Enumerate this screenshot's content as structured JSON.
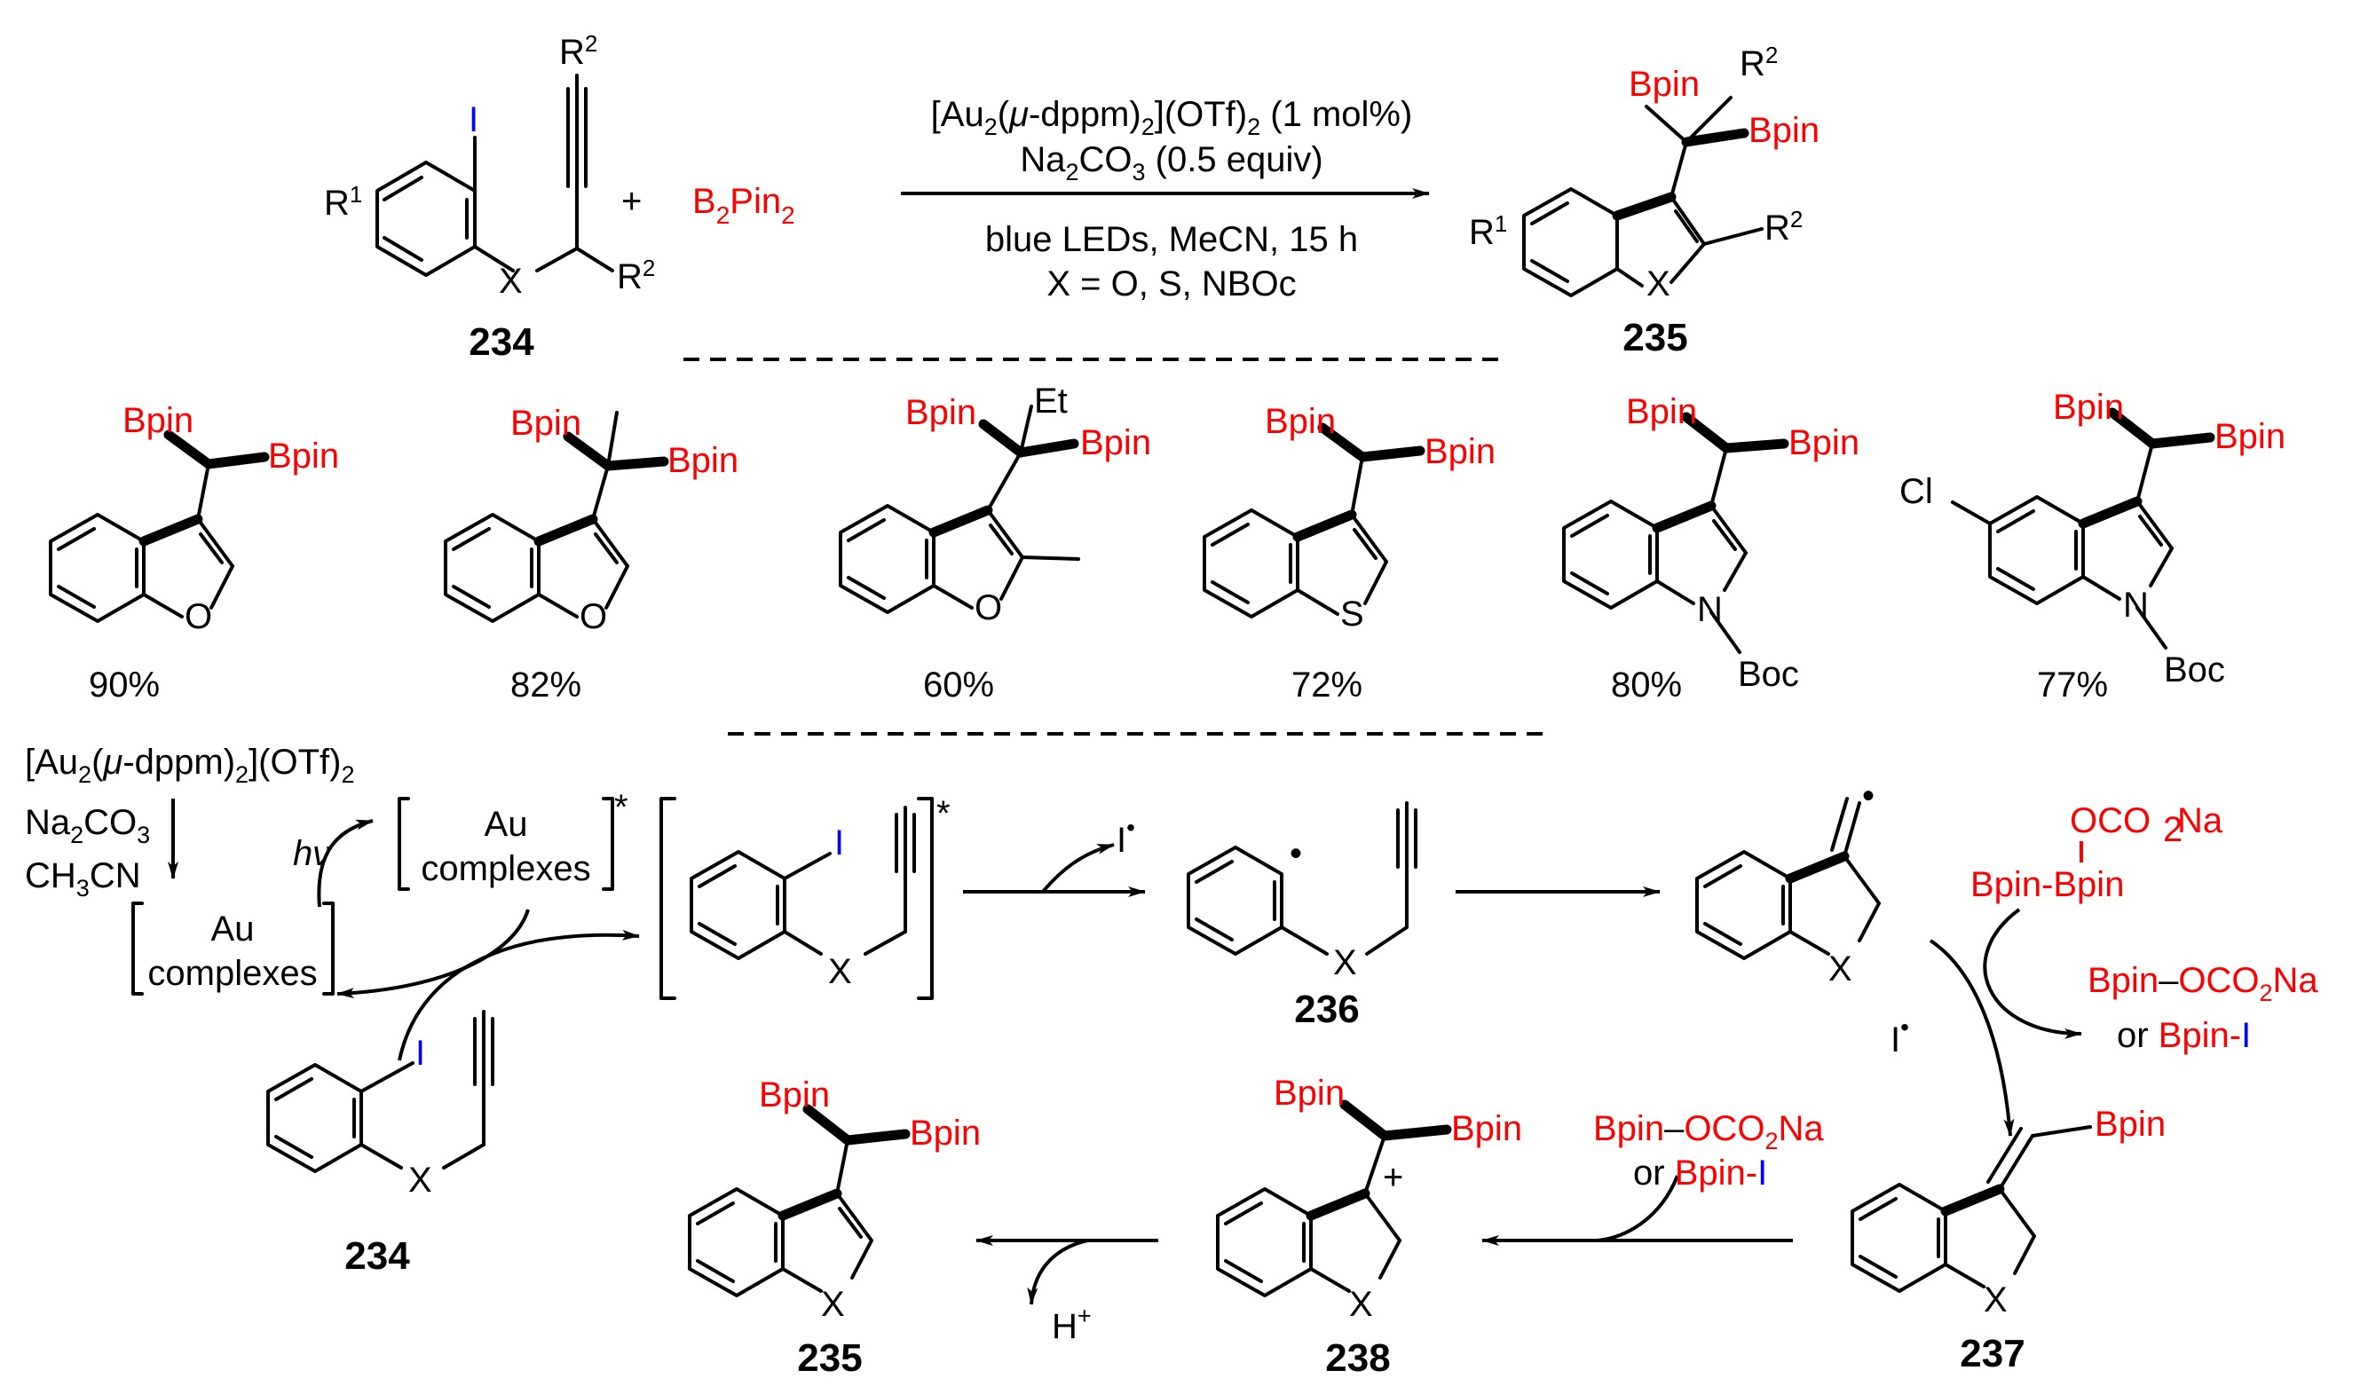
{
  "colors": {
    "reagent_red": "#ff0000",
    "iodine_blue": "#0000ff",
    "ink": "#000000"
  },
  "atoms": {
    "Bpin": "Bpin",
    "I": "I",
    "O": "O",
    "S": "S",
    "N": "N",
    "X": "X",
    "Boc": "Boc",
    "Cl": "Cl",
    "Et": "Et",
    "R": "R",
    "sup1": "1",
    "sup2": "2",
    "plus_charge": "+",
    "star": "*",
    "plus_sign": "+"
  },
  "top_reaction": {
    "b2": "B",
    "sub2": "2",
    "pin": "Pin",
    "sub2b": "2",
    "catalyst_line": [
      "[Au",
      "2",
      "(",
      "μ",
      "-dppm)",
      "2",
      "](OTf)",
      "2",
      " (1 mol%)"
    ],
    "base_line": [
      "Na",
      "2",
      "CO",
      "3",
      " (0.5 equiv)"
    ],
    "conditions_line": "blue LEDs, MeCN, 15 h",
    "x_line": "X = O, S, NBOc",
    "reactant_label": "234",
    "product_label": "235"
  },
  "examples": [
    {
      "yield": "90%"
    },
    {
      "yield": "82%"
    },
    {
      "yield": "60%"
    },
    {
      "yield": "72%"
    },
    {
      "yield": "80%"
    },
    {
      "yield": "77%"
    }
  ],
  "mechanism": {
    "cat_line1": [
      "[Au",
      "2",
      "(",
      "μ",
      "-dppm)",
      "2",
      "](OTf)",
      "2"
    ],
    "na2co3": [
      "Na",
      "2",
      "CO",
      "3"
    ],
    "ch3cn": [
      "CH",
      "3",
      "CN"
    ],
    "au": "Au",
    "complexes": "complexes",
    "hv": "hν",
    "iodine_radical": "I",
    "radical_dot": "•",
    "ate_complex": [
      "OCO",
      "2",
      "Na"
    ],
    "bpin_bpin": "Bpin-Bpin",
    "bpin_oco2na": [
      "Bpin",
      "–",
      "OCO",
      "2",
      "Na"
    ],
    "or": "or",
    "bpin_i_red": "Bpin-",
    "bpin_i_blue": "I",
    "proton": "H",
    "proton_charge": "+",
    "labels": {
      "c234": "234",
      "c235": "235",
      "c236": "236",
      "c237": "237",
      "c238": "238"
    }
  }
}
